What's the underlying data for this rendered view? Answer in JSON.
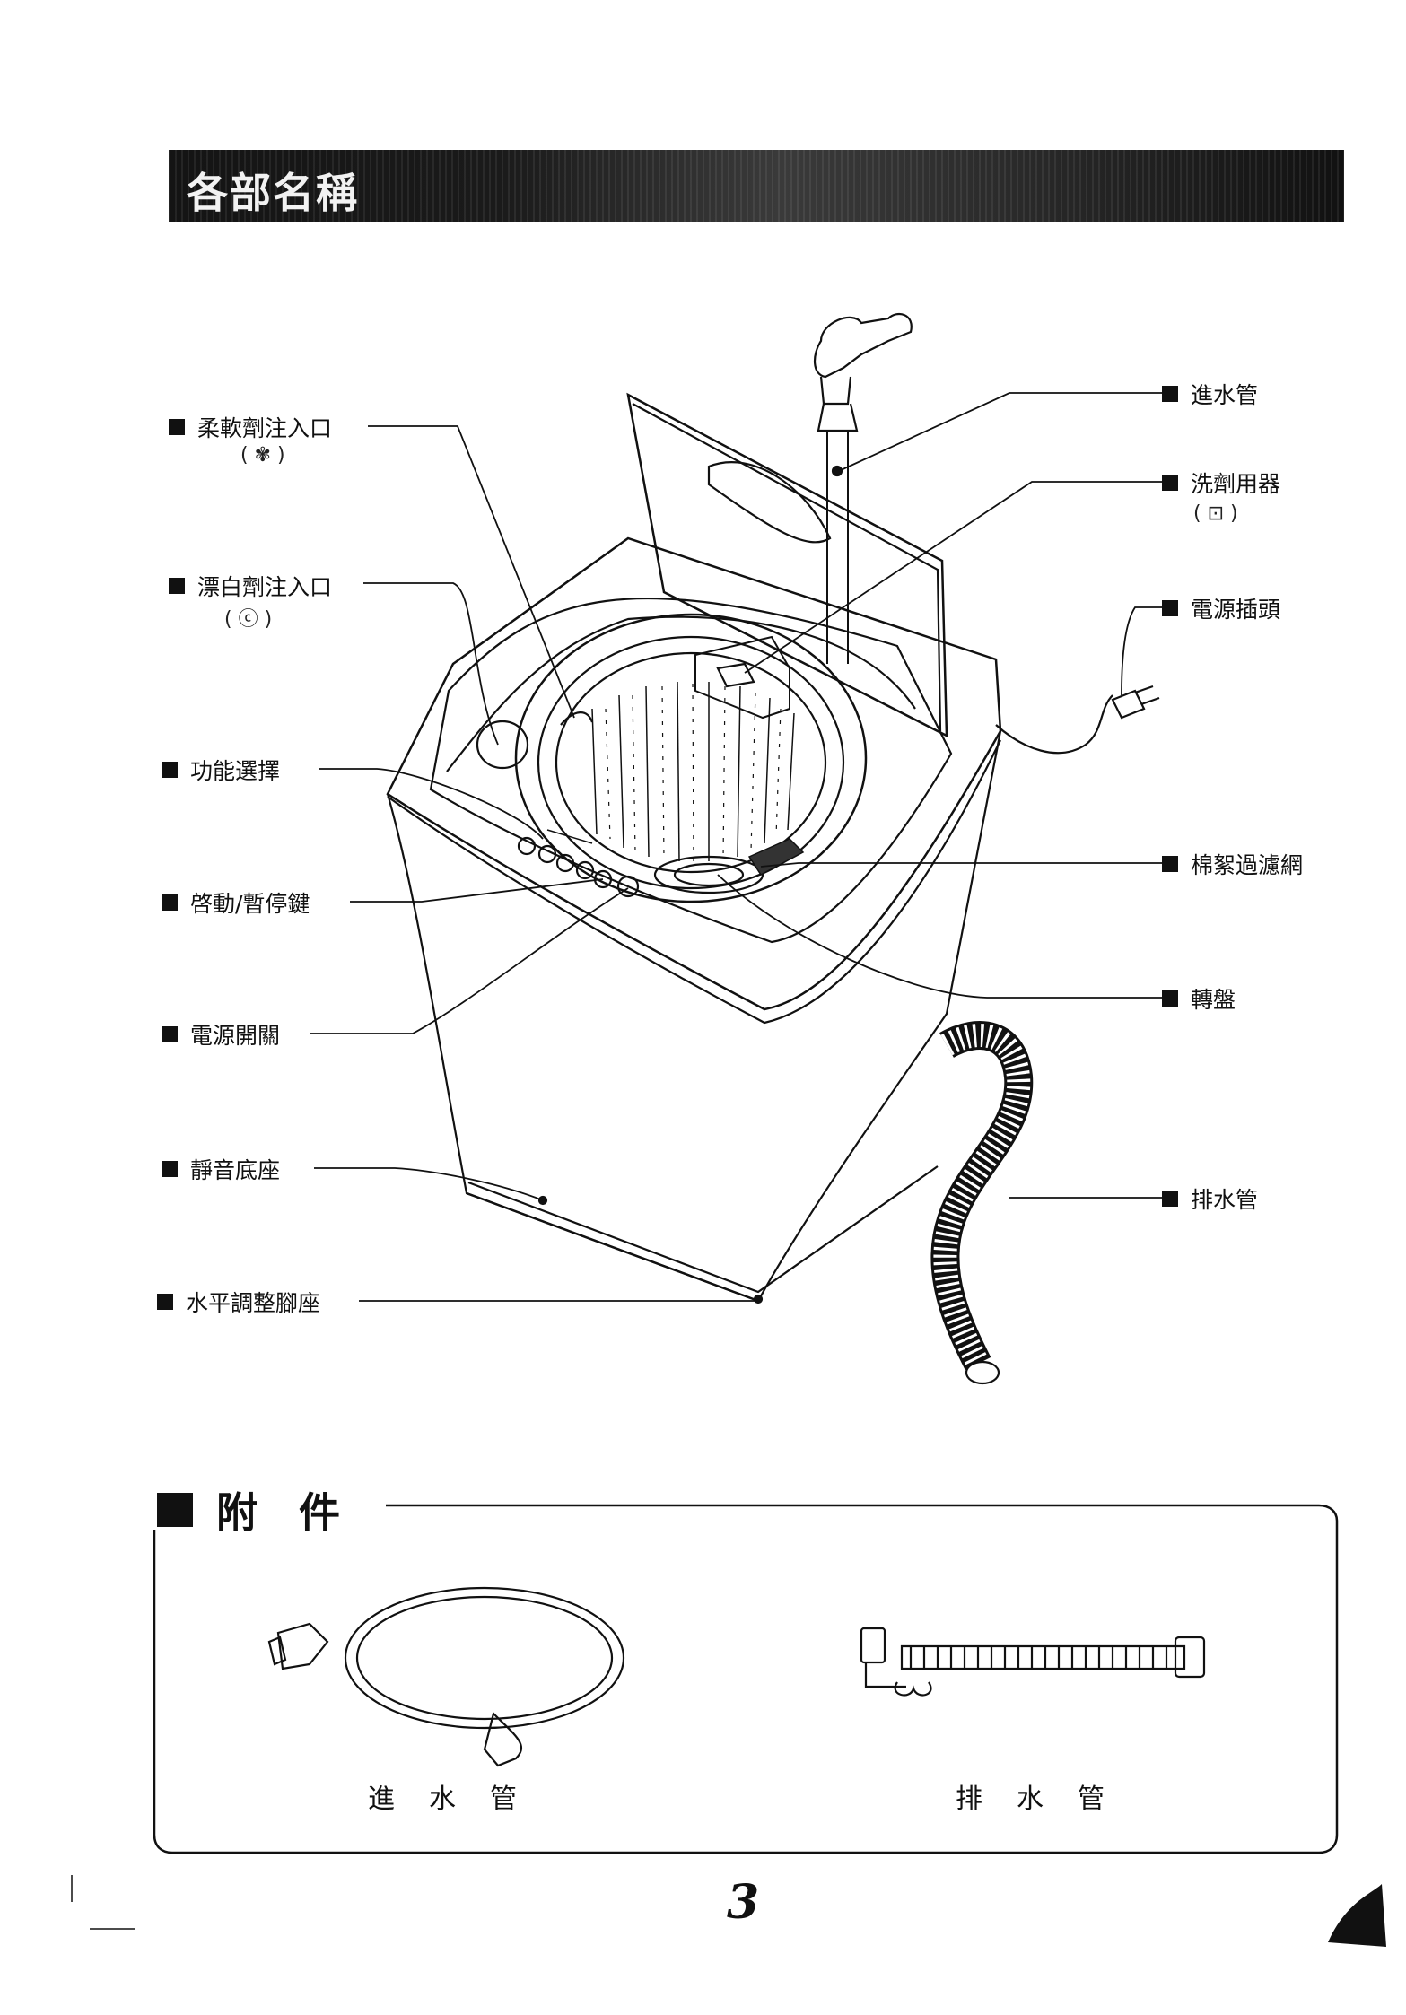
{
  "section_title": "各部名稱",
  "labels": {
    "softener": "柔軟劑注入口",
    "bleach": "漂白劑注入口",
    "function": "功能選擇",
    "start_pause": "啓動/暫停鍵",
    "power_switch": "電源開關",
    "base": "靜音底座",
    "leveling_foot": "水平調整腳座",
    "inlet_hose": "進水管",
    "detergent_dispenser": "洗劑用器",
    "power_plug": "電源插頭",
    "lint_filter": "棉絮過濾網",
    "pulsator": "轉盤",
    "drain_hose": "排水管"
  },
  "accessories": {
    "heading": "附　件",
    "items": [
      "進水管",
      "排水管"
    ]
  },
  "page_number": "3"
}
